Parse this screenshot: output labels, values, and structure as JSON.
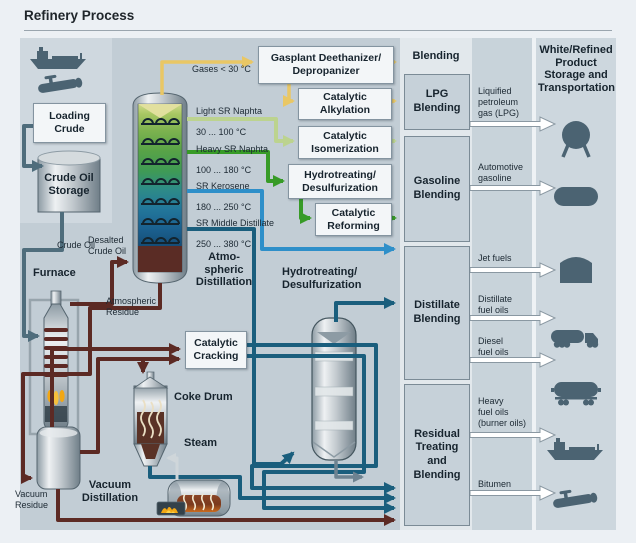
{
  "title": "Refinery Process",
  "colors": {
    "yellow_line": "#e9c765",
    "pale_green_line": "#bcd38f",
    "green_line": "#379b27",
    "blue_line": "#2e8fc9",
    "teal_line": "#1a5e7d",
    "maroon_line": "#5c2a24",
    "slate_line": "#4f6d7c",
    "icon_slate": "#4b6372"
  },
  "left": {
    "loading_crude": "Loading\nCrude",
    "crude_oil_storage": "Crude Oil\nStorage",
    "crude_oil": "Crude Oil",
    "desalted_crude_oil": "Desalted\nCrude Oil",
    "furnace": "Furnace",
    "atmospheric_residue": "Atmospheric\nResidue",
    "vacuum_distillation": "Vacuum\nDistillation",
    "vacuum_residue": "Vacuum\nResidue"
  },
  "column": {
    "gases": "Gases < 30 °C",
    "cuts": [
      {
        "name": "Light SR Naphta",
        "temp": "30 ... 100 °C"
      },
      {
        "name": "Heavy SR Naphta",
        "temp": "100 ... 180 °C"
      },
      {
        "name": "SR Kerosene",
        "temp": "180 ... 250 °C"
      },
      {
        "name": "SR Middle Distillate",
        "temp": "250 ... 380 °C"
      }
    ],
    "label": "Atmo-\nspheric\nDistillation"
  },
  "units": {
    "gasplant": "Gasplant Deethanizer/\nDepropanizer",
    "alkylation": "Catalytic\nAlkylation",
    "isomerization": "Catalytic\nIsomerization",
    "hydrotreating": "Hydrotreating/\nDesulfurization",
    "reforming": "Catalytic\nReforming",
    "hydrotreating2": "Hydrotreating/\nDesulfurization",
    "cat_cracking": "Catalytic\nCracking",
    "coke_drum": "Coke Drum",
    "steam": "Steam"
  },
  "blending": {
    "header": "Blending",
    "lpg": "LPG\nBlending",
    "gasoline": "Gasoline\nBlending",
    "distillate": "Distillate\nBlending",
    "residual": "Residual\nTreating\nand\nBlending"
  },
  "products": [
    {
      "label": "Liquified\npetroleum\ngas (LPG)",
      "icon": "sphere-tank-icon"
    },
    {
      "label": "Automotive\ngasoline",
      "icon": "cylinder-tank-icon"
    },
    {
      "label": "Jet fuels",
      "icon": "storage-tank-icon"
    },
    {
      "label": "Distillate\nfuel oils",
      "icon": "tanker-truck-icon"
    },
    {
      "label": "Diesel\nfuel oils",
      "icon": "rail-tankcar-icon"
    },
    {
      "label": "Heavy\nfuel oils\n(burner oils)",
      "icon": "ship-icon"
    },
    {
      "label": "Bitumen",
      "icon": "pipeline-icon"
    }
  ],
  "right_panel": {
    "header": "White/Refined\nProduct\nStorage and\nTransportation"
  }
}
